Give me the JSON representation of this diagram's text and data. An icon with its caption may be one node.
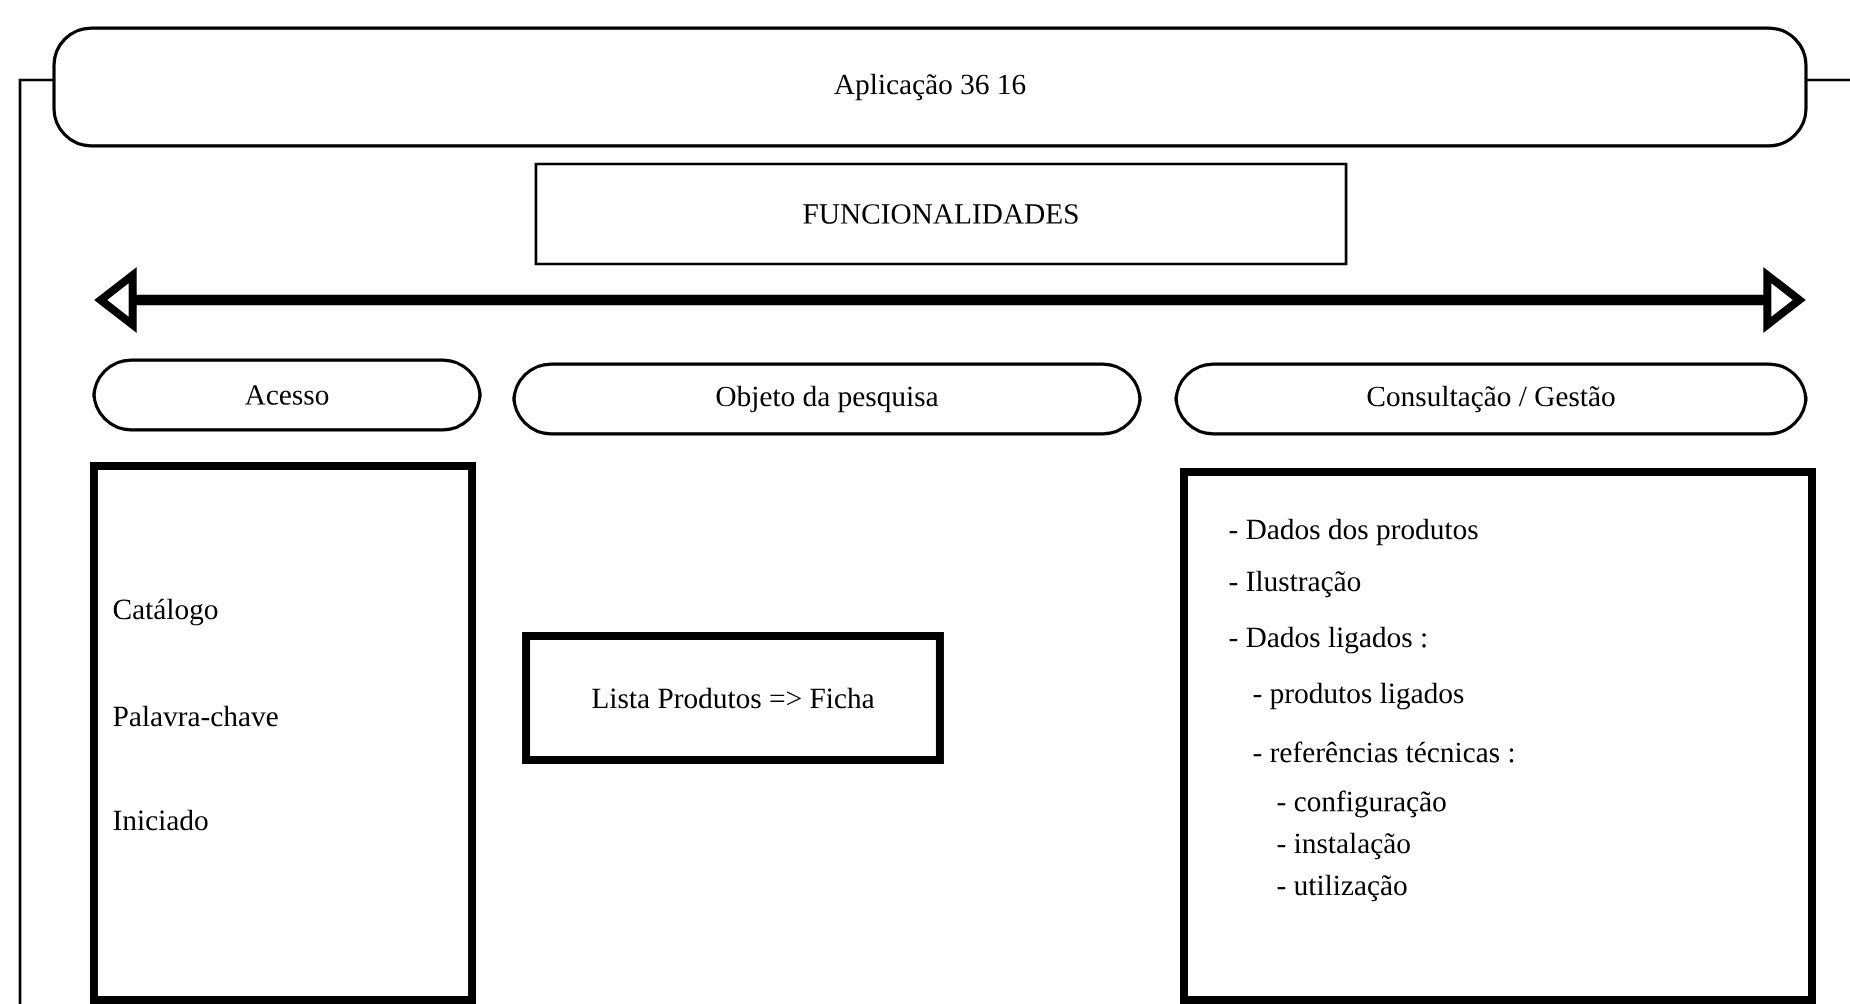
{
  "diagram": {
    "nodes": [
      {
        "text": [
          "Aplicação 36 16"
        ]
      },
      {
        "text": [
          "FUNCIONALIDADES"
        ]
      },
      {
        "text": [
          "Acesso"
        ]
      },
      {
        "text": [
          "Objeto da pesquisa"
        ]
      },
      {
        "text": [
          "Consultação / Gestão"
        ]
      },
      {
        "text": [
          "Catálogo",
          "Palavra-chave",
          "Iniciado"
        ]
      },
      {
        "text": [
          "Lista Produtos => Ficha"
        ]
      },
      {
        "text": [
          "- Dados dos produtos",
          "- Ilustração",
          "- Dados ligados :",
          "- produtos ligados",
          "- referências técnicas :",
          "- configuração",
          "- instalação",
          "- utilização"
        ]
      }
    ]
  }
}
